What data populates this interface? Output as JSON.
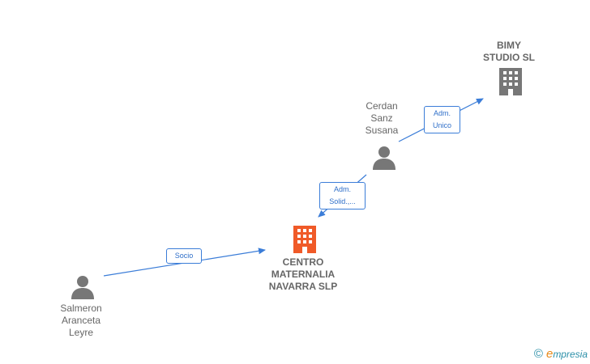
{
  "nodes": {
    "bimy": {
      "label": "BIMY\nSTUDIO  SL",
      "type": "company",
      "color": "#777777"
    },
    "centro": {
      "label": "CENTRO\nMATERNALIA\nNAVARRA  SLP",
      "type": "company",
      "color": "#f05a28"
    },
    "cerdan": {
      "label": "Cerdan\nSanz\nSusana",
      "type": "person",
      "color": "#777777"
    },
    "salmeron": {
      "label": "Salmeron\nAranceta\nLeyre",
      "type": "person",
      "color": "#777777"
    }
  },
  "edges": {
    "adm_unico": {
      "label": "Adm.\nUnico",
      "from": "Cerdan Sanz Susana",
      "to": "BIMY STUDIO SL"
    },
    "adm_solid": {
      "label": "Adm.\nSolid.,...",
      "from": "Cerdan Sanz Susana",
      "to": "CENTRO MATERNALIA NAVARRA SLP"
    },
    "socio": {
      "label": "Socio",
      "from": "Salmeron Aranceta Leyre",
      "to": "CENTRO MATERNALIA NAVARRA SLP"
    }
  },
  "colors": {
    "edge": "#3b7dd8",
    "accent": "#f05a28",
    "neutral": "#777777"
  },
  "watermark": {
    "copyright": "©",
    "brand_initial": "e",
    "brand_rest": "mpresia"
  }
}
